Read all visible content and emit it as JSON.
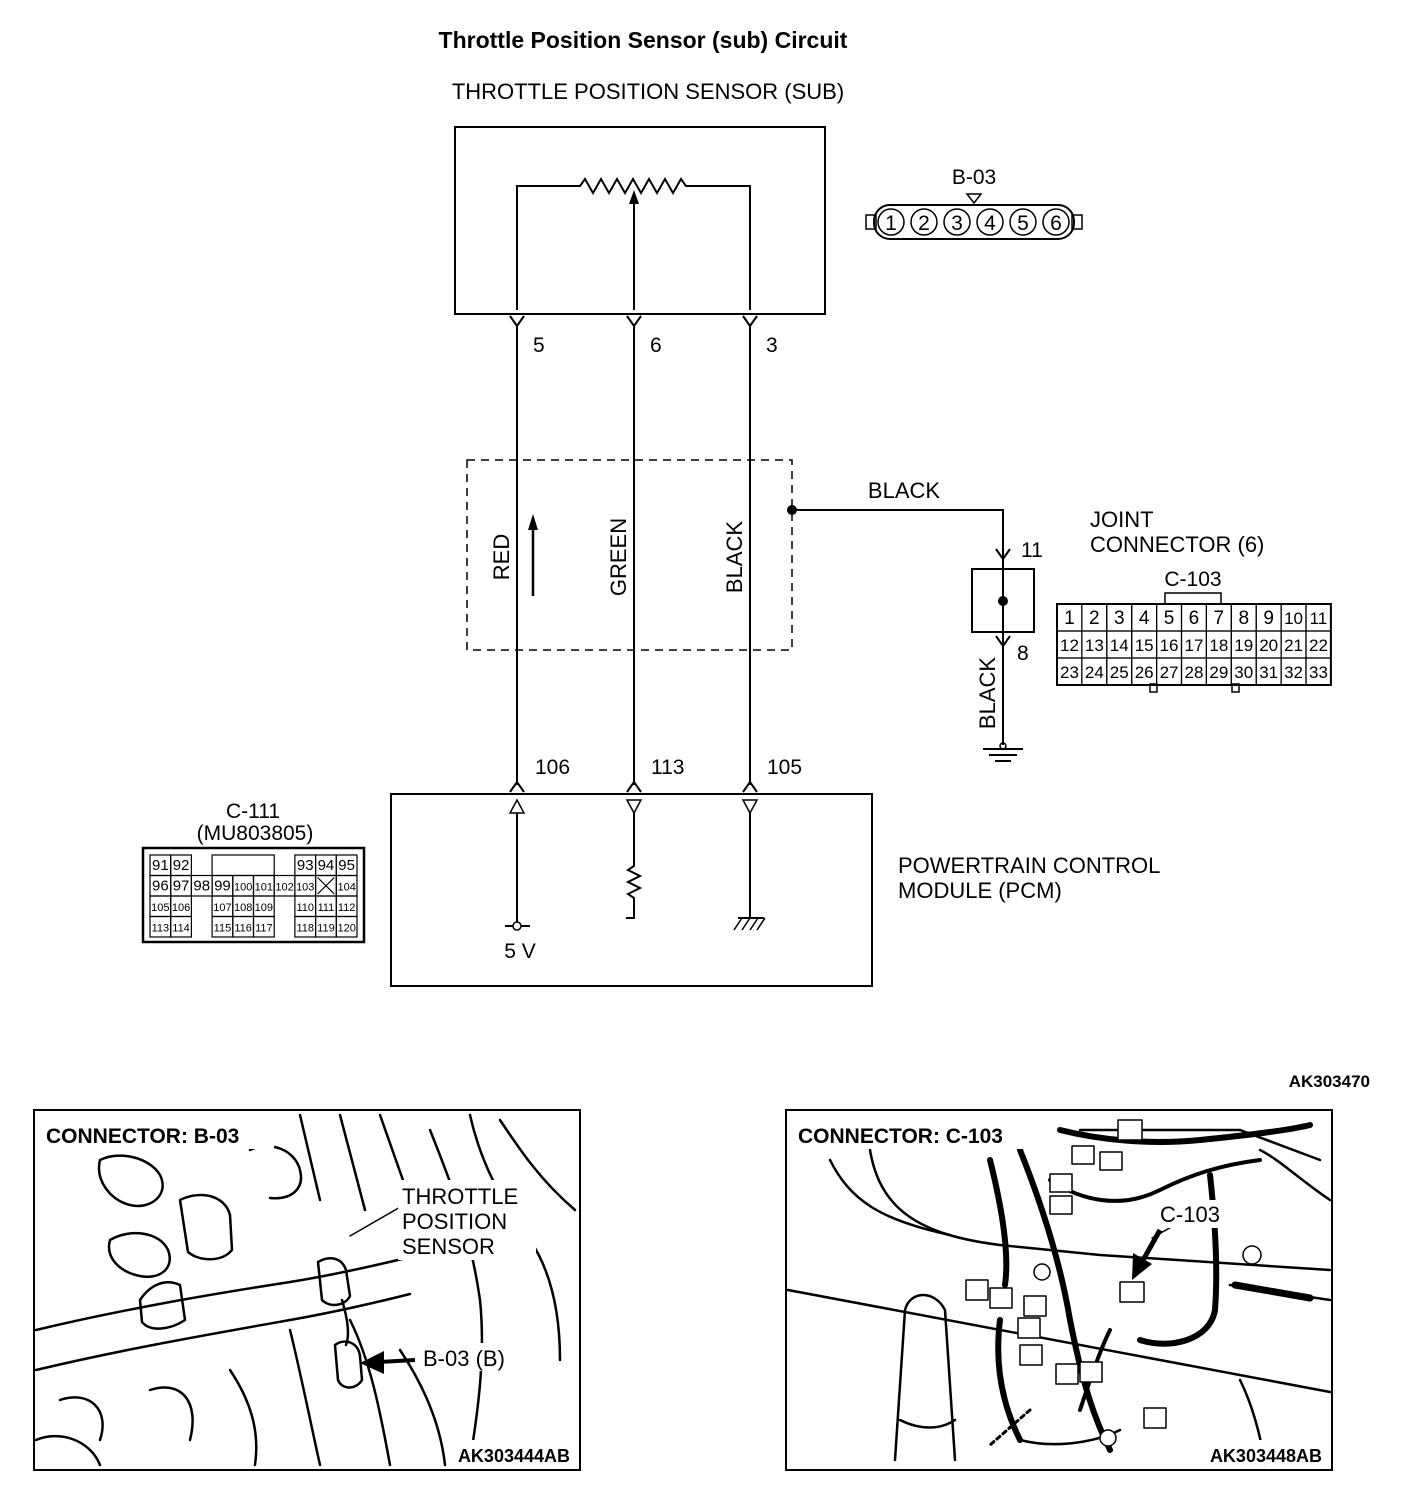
{
  "title": "Throttle Position Sensor (sub) Circuit",
  "sensor": {
    "label": "THROTTLE POSITION SENSOR (SUB)",
    "pins": [
      "5",
      "6",
      "3"
    ]
  },
  "connector_b03": {
    "id": "B-03",
    "pins": [
      "1",
      "2",
      "3",
      "4",
      "5",
      "6"
    ]
  },
  "wires": {
    "red": "RED",
    "green": "GREEN",
    "black": "BLACK",
    "branch_black": "BLACK",
    "ground_black": "BLACK"
  },
  "joint_connector": {
    "label_line1": "JOINT",
    "label_line2": "CONNECTOR (6)",
    "id": "C-103",
    "pin_in": "11",
    "pin_out": "8",
    "grid": [
      [
        "1",
        "2",
        "3",
        "4",
        "5",
        "6",
        "7",
        "8",
        "9",
        "10",
        "11"
      ],
      [
        "12",
        "13",
        "14",
        "15",
        "16",
        "17",
        "18",
        "19",
        "20",
        "21",
        "22"
      ],
      [
        "23",
        "24",
        "25",
        "26",
        "27",
        "28",
        "29",
        "30",
        "31",
        "32",
        "33"
      ]
    ]
  },
  "pcm": {
    "label_line1": "POWERTRAIN CONTROL",
    "label_line2": "MODULE (PCM)",
    "pins": [
      "106",
      "113",
      "105"
    ],
    "supply": "5 V"
  },
  "connector_c111": {
    "id": "C-111",
    "part": "(MU803805)",
    "row1_left": [
      "91",
      "92"
    ],
    "row1_right": [
      "93",
      "94",
      "95"
    ],
    "row2": [
      "96",
      "97",
      "98",
      "99",
      "100",
      "101",
      "102",
      "103",
      "",
      "104"
    ],
    "row3_left": [
      "105",
      "106"
    ],
    "row3_mid": [
      "107",
      "108",
      "109"
    ],
    "row3_right": [
      "110",
      "111",
      "112"
    ],
    "row4_left": [
      "113",
      "114"
    ],
    "row4_mid": [
      "115",
      "116",
      "117"
    ],
    "row4_right": [
      "118",
      "119",
      "120"
    ]
  },
  "figure_code": "AK303470",
  "panel_left": {
    "heading": "CONNECTOR: B-03",
    "callout_line1": "THROTTLE",
    "callout_line2": "POSITION",
    "callout_line3": "SENSOR",
    "arrow_label": "B-03 (B)",
    "code": "AK303444AB"
  },
  "panel_right": {
    "heading": "CONNECTOR: C-103",
    "arrow_label": "C-103",
    "code": "AK303448AB"
  }
}
